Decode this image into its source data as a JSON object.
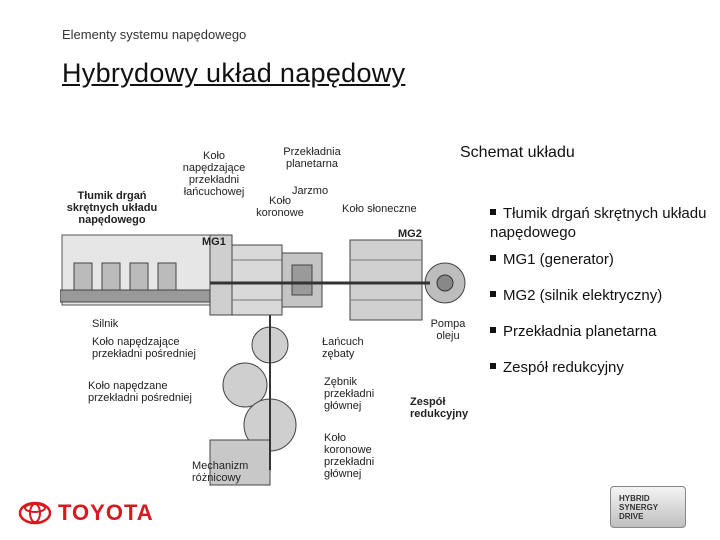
{
  "header": {
    "section": "Elementy systemu napędowego",
    "title": "Hybrydowy układ napędowy"
  },
  "schemat_title": "Schemat układu",
  "labels": {
    "tlumik": "Tłumik drgań skrętnych układu napędowego",
    "kolo_napedzajace_lancuch": "Koło napędzające przekładni łańcuchowej",
    "przekladnia_planetarna": "Przekładnia planetarna",
    "jarzmo": "Jarzmo",
    "kolo_koronowe": "Koło koronowe",
    "kolo_sloneczne": "Koło słoneczne",
    "mg1": "MG1",
    "mg2": "MG2",
    "silnik": "Silnik",
    "kolo_napedzajace_posr": "Koło napędzające przekładni pośredniej",
    "lancuch": "Łańcuch zębaty",
    "pompa": "Pompa oleju",
    "kolo_napedzane_posr": "Koło napędzane przekładni pośredniej",
    "zebnik": "Zębnik przekładni głównej",
    "zespol_label": "Zespół redukcyjny",
    "mechanizm": "Mechanizm różnicowy",
    "kolo_koronowe_glownej": "Koło koronowe przekładni głównej"
  },
  "bullets": [
    "Tłumik drgań skrętnych układu napędowego",
    "MG1 (generator)",
    "MG2 (silnik elektryczny)",
    "Przekładnia planetarna",
    "Zespół redukcyjny"
  ],
  "logo": {
    "brand": "TOYOTA",
    "color": "#d71920"
  },
  "badge": {
    "line1": "HYBRID",
    "line2": "SYNERGY",
    "line3": "DRIVE"
  }
}
